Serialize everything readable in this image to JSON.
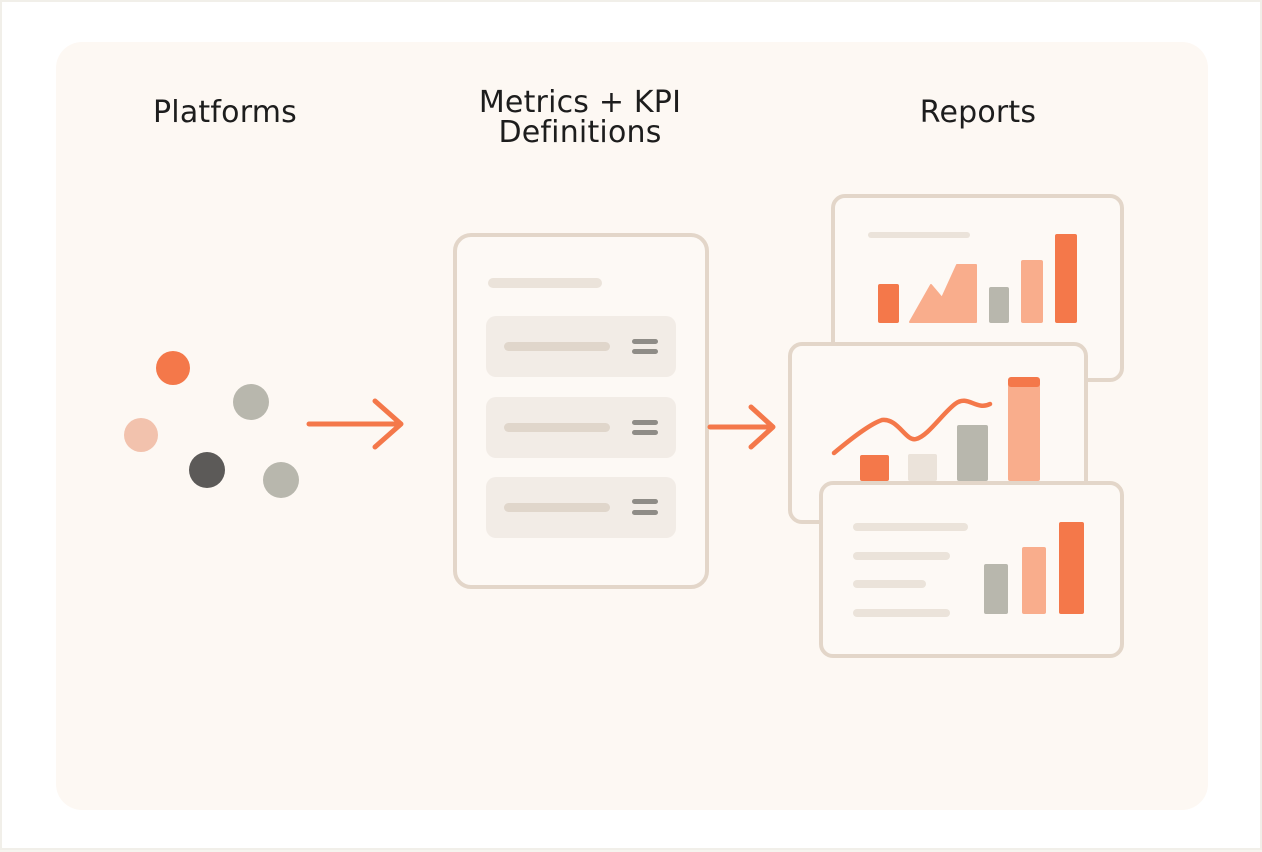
{
  "columns": {
    "platforms": "Platforms",
    "metrics_line1": "Metrics + KPI",
    "metrics_line2": "Definitions",
    "reports": "Reports"
  },
  "colors": {
    "accent": "#f4784a",
    "accent_light": "#f9ad8c",
    "peach": "#f2c2ad",
    "gray": "#b8b7ad",
    "dark": "#5c5a58",
    "border": "#e3d6c9",
    "row_bg": "#f2ece6",
    "bar_line": "#e0d6cb",
    "beige": "#ebe3da"
  }
}
